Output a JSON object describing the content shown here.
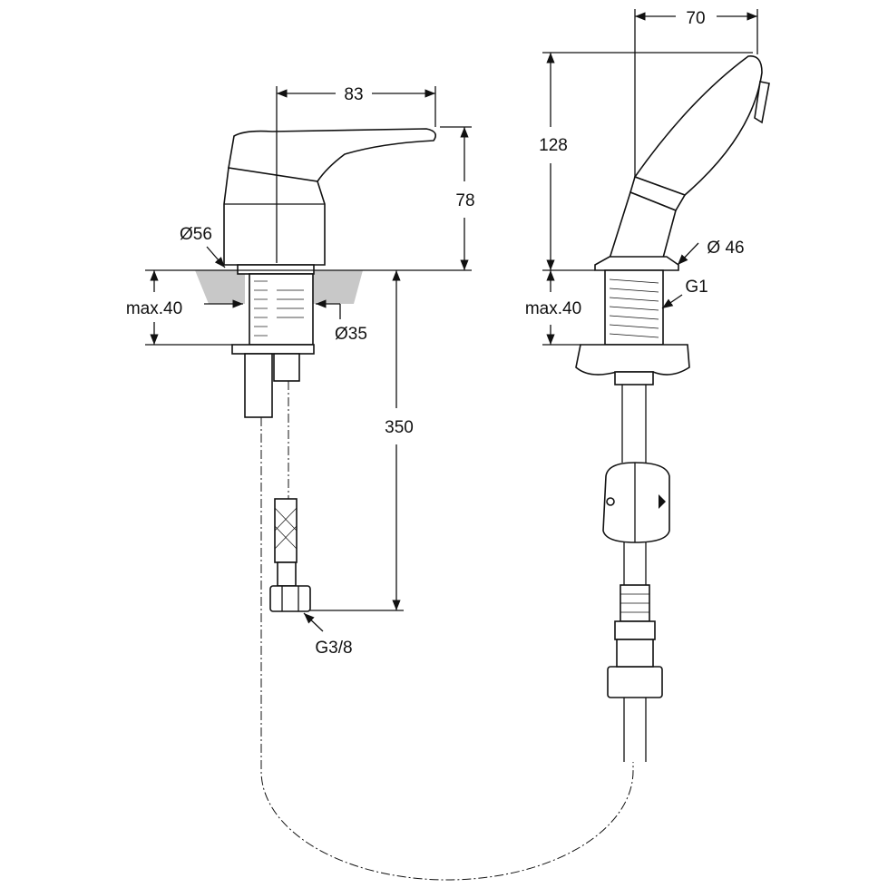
{
  "title": "Single-lever mixer with pull-out hand shower – dimension drawing",
  "left_view": {
    "dim_handle_length": "83",
    "dim_height": "78",
    "dim_body_diameter": "Ø56",
    "dim_max_deck": "max.40",
    "dim_hole_diameter": "Ø35",
    "dim_hose_length": "350",
    "dim_connection": "G3/8"
  },
  "right_view": {
    "dim_width": "70",
    "dim_height": "128",
    "dim_base_diameter": "Ø 46",
    "dim_thread": "G1",
    "dim_max_deck": "max.40"
  },
  "colors": {
    "line": "#111111",
    "counter": "#c8c8c8"
  }
}
